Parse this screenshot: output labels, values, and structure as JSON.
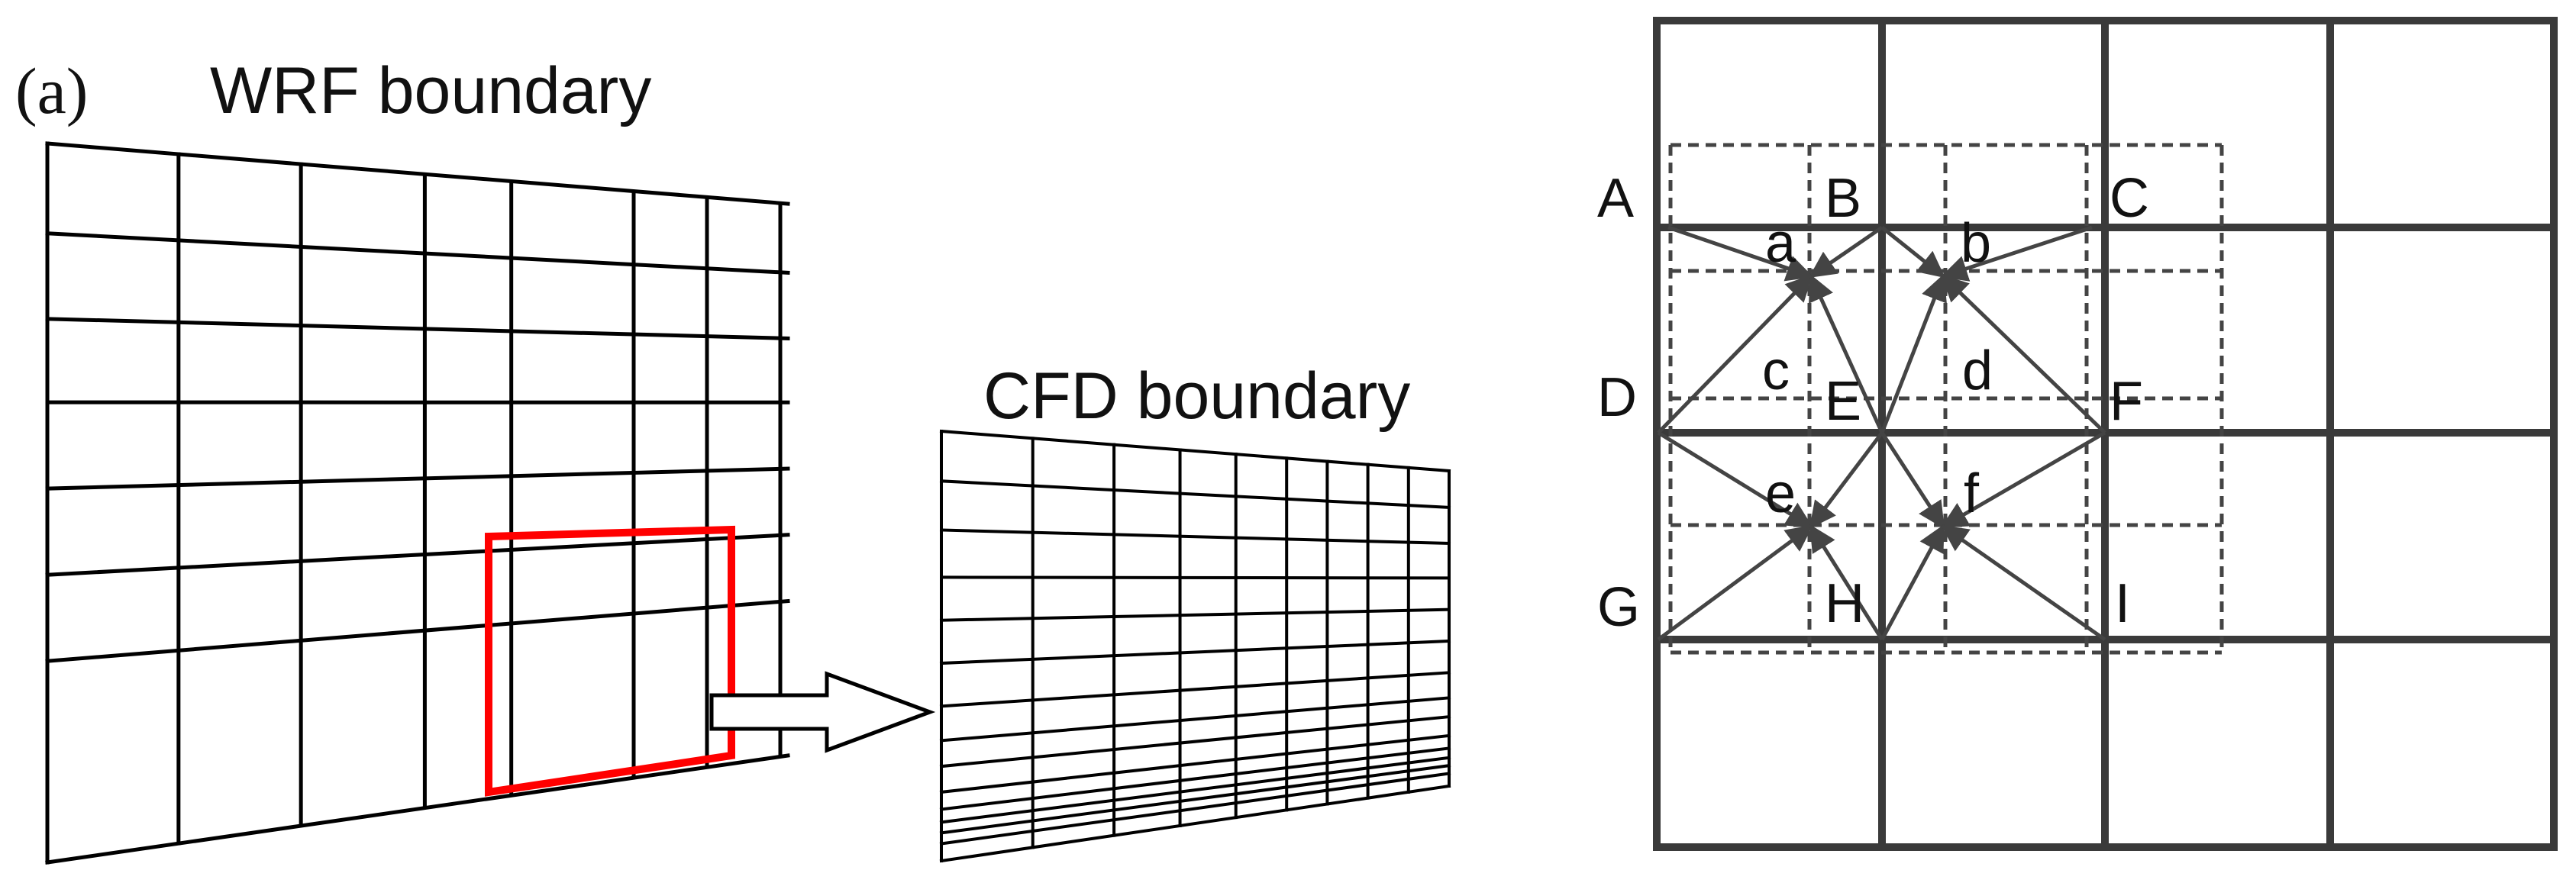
{
  "panel_a": {
    "panel_label": "(a)",
    "wrf_title": "WRF boundary",
    "cfd_title": "CFD boundary",
    "colors": {
      "grid": "#000000",
      "highlight": "#ff0000"
    }
  },
  "interpolation_grid": {
    "coarse_nodes": [
      "A",
      "B",
      "C",
      "D",
      "E",
      "F",
      "G",
      "H",
      "I"
    ],
    "fine_nodes": [
      "a",
      "b",
      "c",
      "d",
      "e",
      "f"
    ],
    "colors": {
      "coarse_grid": "#3a3a3a",
      "fine_grid": "#444444",
      "arrows": "#444444"
    }
  }
}
